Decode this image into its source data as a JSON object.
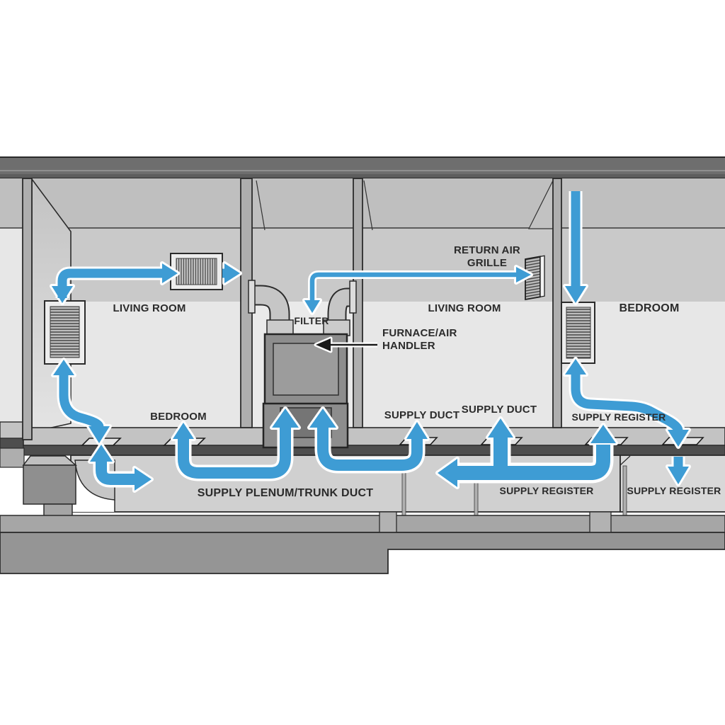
{
  "diagram_title": "HVAC airflow cutaway diagram",
  "labels": {
    "living_room_1": "LIVING ROOM",
    "bedroom_1": "BEDROOM",
    "filter": "FILTER",
    "furnace_line1": "FURNACE/AIR",
    "furnace_line2": "HANDLER",
    "return_air_line1": "RETURN AIR",
    "return_air_line2": "GRILLE",
    "living_room_2": "LIVING ROOM",
    "bedroom_2": "BEDROOM",
    "supply_duct_1": "SUPPLY DUCT",
    "supply_duct_2": "SUPPLY DUCT",
    "supply_register_top": "SUPPLY REGISTER",
    "supply_plenum": "SUPPLY PLENUM/TRUNK DUCT",
    "supply_register_mid": "SUPPLY REGISTER",
    "supply_register_right": "SUPPLY REGISTER"
  },
  "colors": {
    "airflow_blue": "#3e9cd4",
    "label_text": "#2b2b2b",
    "beam_gray": "#6e6e6e",
    "attic_gray": "#bfbfbf",
    "upper_wall_gray": "#c9c9c9",
    "lower_wall_gray": "#e7e7e7",
    "floor_dark": "#4e4e4e",
    "plenum_gray": "#d0d0d0",
    "furnace_gray": "#8d8d8d",
    "annotation_black": "#1a1a1a"
  }
}
